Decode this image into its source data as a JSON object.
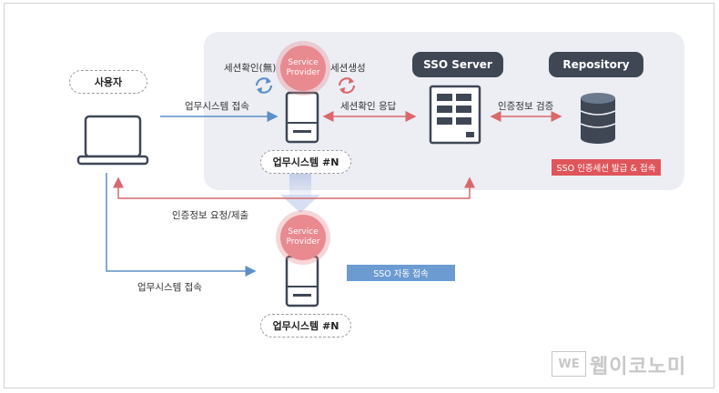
{
  "nodes": {
    "user_label": "사용자",
    "sp_top": [
      "Service",
      "Provider"
    ],
    "sp_bottom": [
      "Service",
      "Provider"
    ],
    "sso_server": "SSO Server",
    "repository": "Repository",
    "system_top": "업무시스템 #N",
    "system_bottom": "업무시스템 #N"
  },
  "edges": {
    "session_none": "세션확인(無)",
    "session_create": "세션생성",
    "access_top": "업무시스템 접속",
    "session_response": "세션확인 응답",
    "auth_verify": "인증정보 검증",
    "auth_request": "인증정보 요청/제출",
    "access_bottom": "업무시스템 접속"
  },
  "badges": {
    "issue": "SSO 인증세션 발급 & 접속",
    "auto": "SSO 자동 접속"
  },
  "watermark": {
    "box": "WE",
    "text": "웹이코노미"
  },
  "colors": {
    "blue_arrow": "#5b8fc8",
    "red_arrow": "#d9686d",
    "sp_circle": "#e98a90",
    "dark_pill": "#3f4755",
    "issue_badge": "#df555a",
    "auto_badge": "#6c9bd2"
  }
}
